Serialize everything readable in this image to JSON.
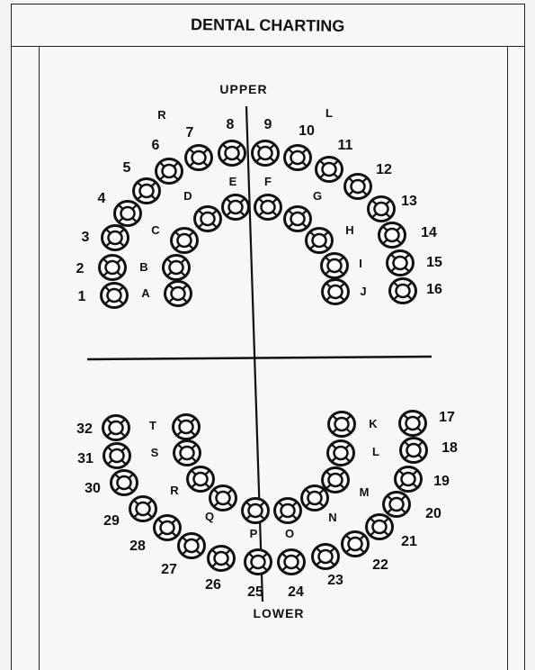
{
  "title": "DENTAL CHARTING",
  "upper_label": "UPPER",
  "lower_label": "LOWER",
  "side_labels": {
    "right": "R",
    "left": "L"
  },
  "permanent_teeth": [
    "1",
    "2",
    "3",
    "4",
    "5",
    "6",
    "7",
    "8",
    "9",
    "10",
    "11",
    "12",
    "13",
    "14",
    "15",
    "16",
    "17",
    "18",
    "19",
    "20",
    "21",
    "22",
    "23",
    "24",
    "25",
    "26",
    "27",
    "28",
    "29",
    "30",
    "31",
    "32"
  ],
  "primary_teeth": [
    "A",
    "B",
    "C",
    "D",
    "E",
    "F",
    "G",
    "H",
    "I",
    "J",
    "K",
    "L",
    "M",
    "N",
    "O",
    "P",
    "Q",
    "R",
    "S",
    "T"
  ]
}
